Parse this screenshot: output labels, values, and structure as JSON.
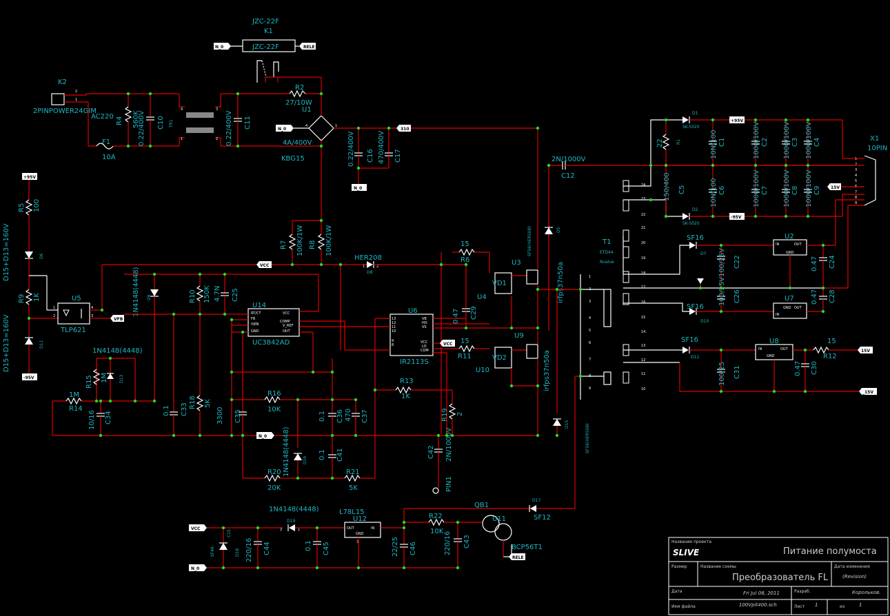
{
  "relay": {
    "model_top": "JZC-22F",
    "ref": "K1",
    "body": "JZC-22F",
    "net_left": "N_0",
    "net_right": "RELE"
  },
  "input": {
    "conn_ref": "K2",
    "conn_name": "2PINPOWER24GIM",
    "ac_label": "AC220",
    "fuse_ref": "F1",
    "fuse_val": "10A"
  },
  "components": {
    "r4": "R4",
    "r4v": "560K",
    "c10": "C10",
    "c10v": "0.22/400V",
    "tr1": "TR1",
    "c11": "C11",
    "c11v": "0.22/400V",
    "r2": "R2",
    "r2v": "27/10W",
    "bridge": "U1",
    "bridge_v": "4A/400V",
    "bridge_name": "KBG15",
    "net_310": "310",
    "c16": "C16",
    "c16v": "0.22/400V",
    "c17": "C17",
    "c17v": "470/400V",
    "c12": "C12",
    "c12v": "2N/1000V",
    "r7": "R7",
    "r7v": "100K/1W",
    "r8": "R8",
    "r8v": "100K/1W",
    "d_her": "HER208",
    "d8": "D8",
    "r5": "R5",
    "r5v": "100",
    "d6": "D6",
    "r9": "R9",
    "r9v": "1K",
    "d11": "D11",
    "note_top": "D15+D13=160V",
    "note_bot": "D15+D13=160V",
    "u5": "U5",
    "u5n": "TLP621",
    "d9": "D9",
    "d9v": "1N4148(4448)",
    "r10": "R10",
    "r10v": "150K",
    "c25": "C25",
    "c25v": "4.7N",
    "u14": "U14",
    "u14n": "UC3842AD",
    "d13v": "1N4148(4448)",
    "r15": "R15",
    "r15v": "1M",
    "d13": "D13",
    "r14": "R14",
    "r14v": "1M",
    "c34": "C34",
    "c34v": "10/16",
    "c33": "C33",
    "c33v": "0.1",
    "r18": "R18",
    "r18v": "5K",
    "c35": "C35",
    "c35v": "3300",
    "r16": "R16",
    "r16v": "10K",
    "c36": "C36",
    "c36v": "0.1",
    "c37": "C37",
    "c37v": "470",
    "d16": "D16",
    "d16v": "1N4148(4448)",
    "c41": "C41",
    "c41v": "0.1",
    "r20": "R20",
    "r20v": "20K",
    "r21": "R21",
    "r21v": "5K",
    "r13": "R13",
    "r13v": "1K",
    "r19": "R19",
    "r19v": "2",
    "c42": "C42",
    "c42v": "2N/1000V",
    "pin1": "PIN1",
    "u6": "U6",
    "u6n": "IR2113S",
    "c29": "C29",
    "c29v": "0.47",
    "r6": "R6",
    "r6v": "15",
    "r11": "R11",
    "r11v": "15",
    "u3": "U3",
    "u4": "U4",
    "u9": "U9",
    "u10": "U10",
    "vd1": "VD1",
    "vd2": "VD2",
    "q1n": "irfps37n50a",
    "q2n": "irfps37n50a",
    "d5": "D5",
    "d5v": "SF56(HER508)",
    "d15": "D15",
    "d15v": "SF56(HER508)",
    "t1": "T1",
    "t1n": "ETD44",
    "t1v": "Nvalue",
    "d1": "D1",
    "d1v": "SK-5020",
    "r1": "R1",
    "r1v": "22",
    "c1": "C1",
    "c1v": "10N/100",
    "c2": "C2",
    "c2v": "1000/100V",
    "c3": "C3",
    "c3v": "1000/100V",
    "c4": "C4",
    "c4v": "1000/100V",
    "c5": "C5",
    "c5v": "150/400",
    "c6": "C6",
    "c6v": "10N/100",
    "c7": "C7",
    "c7v": "1000/100V",
    "c8": "C8",
    "c8v": "1000/100V",
    "c9": "C9",
    "c9v": "1000/100V",
    "d2": "D2",
    "d2v": "SK-5020",
    "x1": "X1",
    "x1n": "10PIN",
    "d7": "D7",
    "d7n": "SF16",
    "d10": "D10",
    "d10n": "SF16",
    "d12": "D12",
    "d12n": "SF16",
    "u2": "U2",
    "u7": "U7",
    "u8": "U8",
    "c22": "C22",
    "c22v": "100/25V",
    "c24": "C24",
    "c24v": "0.47",
    "c26": "C26",
    "c26v": "100/25V",
    "c28": "C28",
    "c28v": "0.47",
    "c31": "C31",
    "c31v": "100/25",
    "c30": "C30",
    "c30v": "0.47",
    "r12": "R12",
    "r12v": "15",
    "d19": "D19",
    "d19v": "1N4148(4448)",
    "d18": "D18",
    "d18v": "SF46",
    "c15": "C15",
    "c44": "C44",
    "c44v": "220/16",
    "c45": "C45",
    "c45v": "0.1",
    "u12": "U12",
    "u12n": "L78L15",
    "c46": "C46",
    "c46v": "22/25",
    "r22": "R22",
    "r22v": "10K",
    "c43": "C43",
    "c43v": "220/16",
    "qb1": "QB1",
    "u11": "U11",
    "bcp": "BCP56T1",
    "d17": "D17",
    "d17n": "SF12"
  },
  "nets": {
    "p95": "+95V",
    "m95": "-95V",
    "p15": "15V",
    "m15": "_15V",
    "vcc": "VCC",
    "vfb": "VFB",
    "n0": "N_0",
    "rele": "RELE"
  },
  "title_block": {
    "project_lbl": "Название проекта",
    "project": "Питание полумоста",
    "logo": "SLIVE",
    "size_lbl": "Размер",
    "scheme_lbl": "Название схемы",
    "scheme": "Преобразователь FL",
    "rev_lbl": "Дата изменения",
    "rev": "(Revision)",
    "date_lbl": "Дата",
    "date": "Fri Jul 08, 2011",
    "dev_lbl": "Разраб.",
    "dev": "Корольков.",
    "file_lbl": "Имя файла",
    "file": "100Vpit400.sch",
    "sheet_lbl": "Лист",
    "sheet": "1",
    "of_lbl": "из",
    "of": "1"
  }
}
